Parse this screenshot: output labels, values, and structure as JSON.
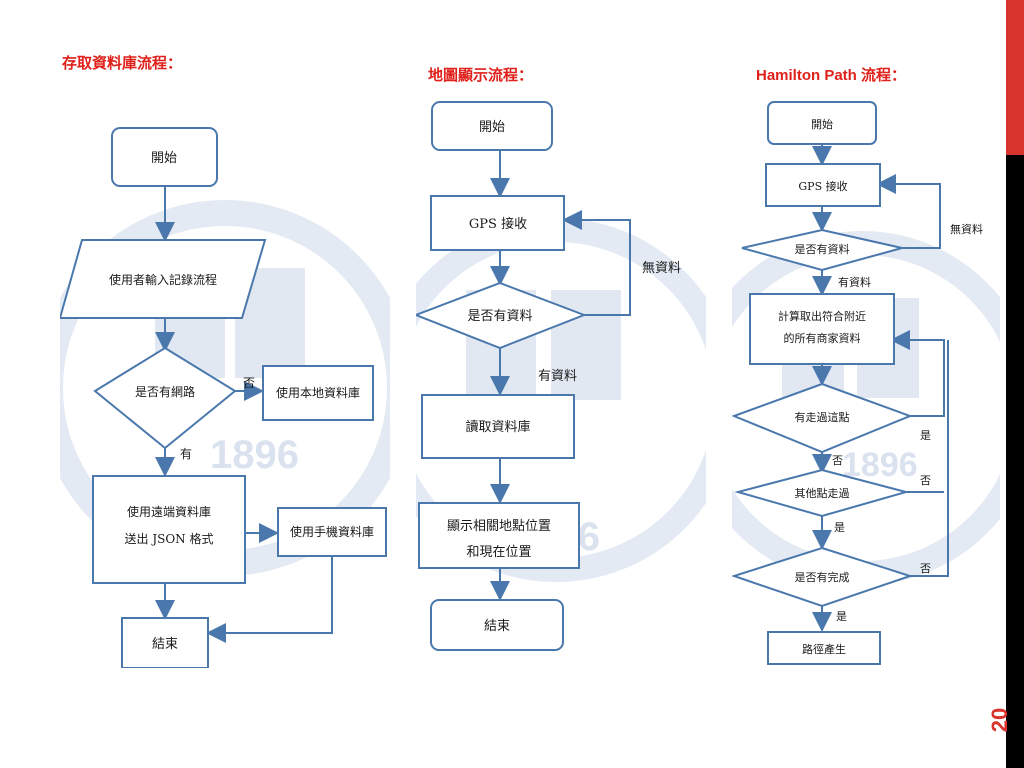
{
  "slide": {
    "page_number": "20"
  },
  "colors": {
    "accent": "#d9342b",
    "heading": "#e0201b",
    "flow_line": "#4a78ad"
  },
  "headings": {
    "db_access": "存取資料庫流程：",
    "map_display": "地圖顯示流程：",
    "hamilton": "Hamilton Path 流程："
  },
  "flow_db": {
    "start": "開始",
    "user_input": "使用者輸入記錄流程",
    "has_network": "是否有網路",
    "no": "否",
    "local_db": "使用本地資料庫",
    "yes": "有",
    "remote_db_line1": "使用遠端資料庫",
    "remote_db_line2": "送出 JSON 格式",
    "phone_db": "使用手機資料庫",
    "end": "結束"
  },
  "flow_map": {
    "start": "開始",
    "gps": "GPS 接收",
    "has_data": "是否有資料",
    "no_data": "無資料",
    "has_data_label": "有資料",
    "read_db": "讀取資料庫",
    "show_line1": "顯示相關地點位置",
    "show_line2": "和現在位置",
    "end": "結束"
  },
  "flow_hamilton": {
    "start": "開始",
    "gps": "GPS 接收",
    "no_data": "無資料",
    "has_data_q": "是否有資料",
    "has_data_label": "有資料",
    "compute_line1": "計算取出符合附近",
    "compute_line2": "的所有商家資料",
    "visited_q": "有走過這點",
    "yes1": "是",
    "no1": "否",
    "others_q": "其他點走過",
    "no2": "否",
    "yes2": "是",
    "done_q": "是否有完成",
    "no3": "否",
    "yes3": "是",
    "path": "路徑產生"
  }
}
